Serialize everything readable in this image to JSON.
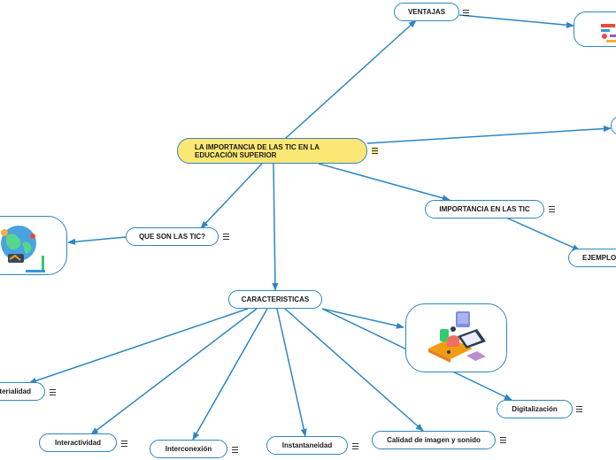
{
  "central": {
    "line1": "LA IMPORTANCIA DE LAS TIC EN LA",
    "line2": "EDUCACIÓN SUPERIOR"
  },
  "nodes": {
    "ventajas": "VENTAJAS",
    "importancia": "IMPORTANCIA EN LAS TIC",
    "ejemplo": "EJEMPLO",
    "que_son": "QUE SON LAS TIC?",
    "caracteristicas": "CARACTERISTICAS",
    "inmaterialidad": "terialidad",
    "interactividad": "Interactividad",
    "interconexion": "Interconexión",
    "instantaneidad": "Instantaneidad",
    "calidad": "Calidad de imagen y sonido",
    "digitalizacion": "Digitalización"
  },
  "colors": {
    "line": "#2e86c1",
    "central_fill": "#fbe773",
    "border": "#2e86c1"
  },
  "icons": [
    "notes-icon",
    "globe-tech-illustration",
    "devices-illustration",
    "infographic-illustration"
  ]
}
